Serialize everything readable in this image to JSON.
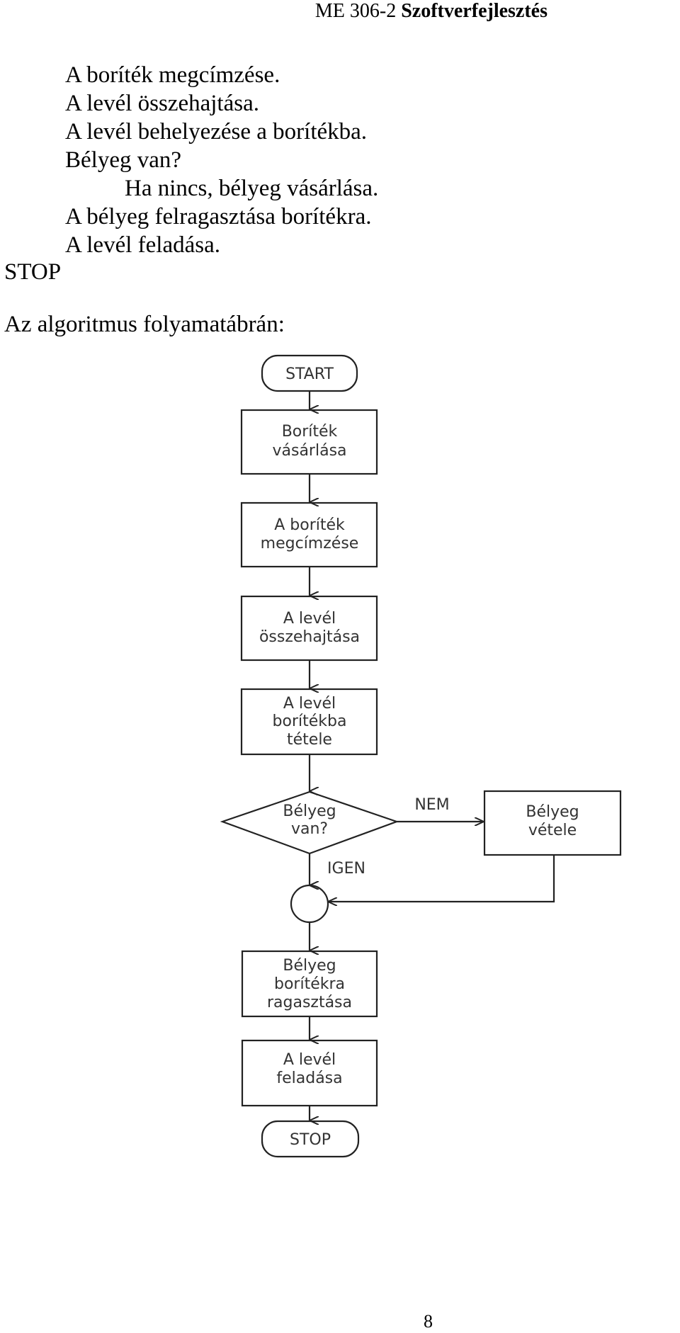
{
  "header": {
    "course": "ME 306-2",
    "subject": "Szoftverfejlesztés"
  },
  "algorithm_lines": [
    {
      "text": "A boríték megcímzése.",
      "indent": 1
    },
    {
      "text": "A levél összehajtása.",
      "indent": 1
    },
    {
      "text": "A levél behelyezése a borítékba.",
      "indent": 1
    },
    {
      "text": "Bélyeg van?",
      "indent": 1
    },
    {
      "text": "Ha nincs, bélyeg vásárlása.",
      "indent": 2
    },
    {
      "text": "A bélyeg felragasztása borítékra.",
      "indent": 1
    },
    {
      "text": "A levél feladása.",
      "indent": 1
    },
    {
      "text": "STOP",
      "indent": 0
    }
  ],
  "intro": "Az algoritmus folyamatábrán:",
  "flowchart": {
    "start": "START",
    "buy_envelope": [
      "Boríték",
      "vásárlása"
    ],
    "address": [
      "A boríték",
      "megcímzése"
    ],
    "fold": [
      "A levél",
      "összehajtása"
    ],
    "insert": [
      "A levél",
      "borítékba",
      "tétele"
    ],
    "decision": [
      "Bélyeg",
      "van?"
    ],
    "no_label": "NEM",
    "buy_stamp": [
      "Bélyeg",
      "vétele"
    ],
    "yes_label": "IGEN",
    "stick": [
      "Bélyeg",
      "borítékra",
      "ragasztása"
    ],
    "send": [
      "A levél",
      "feladása"
    ],
    "stop": "STOP"
  },
  "page_number": "8"
}
